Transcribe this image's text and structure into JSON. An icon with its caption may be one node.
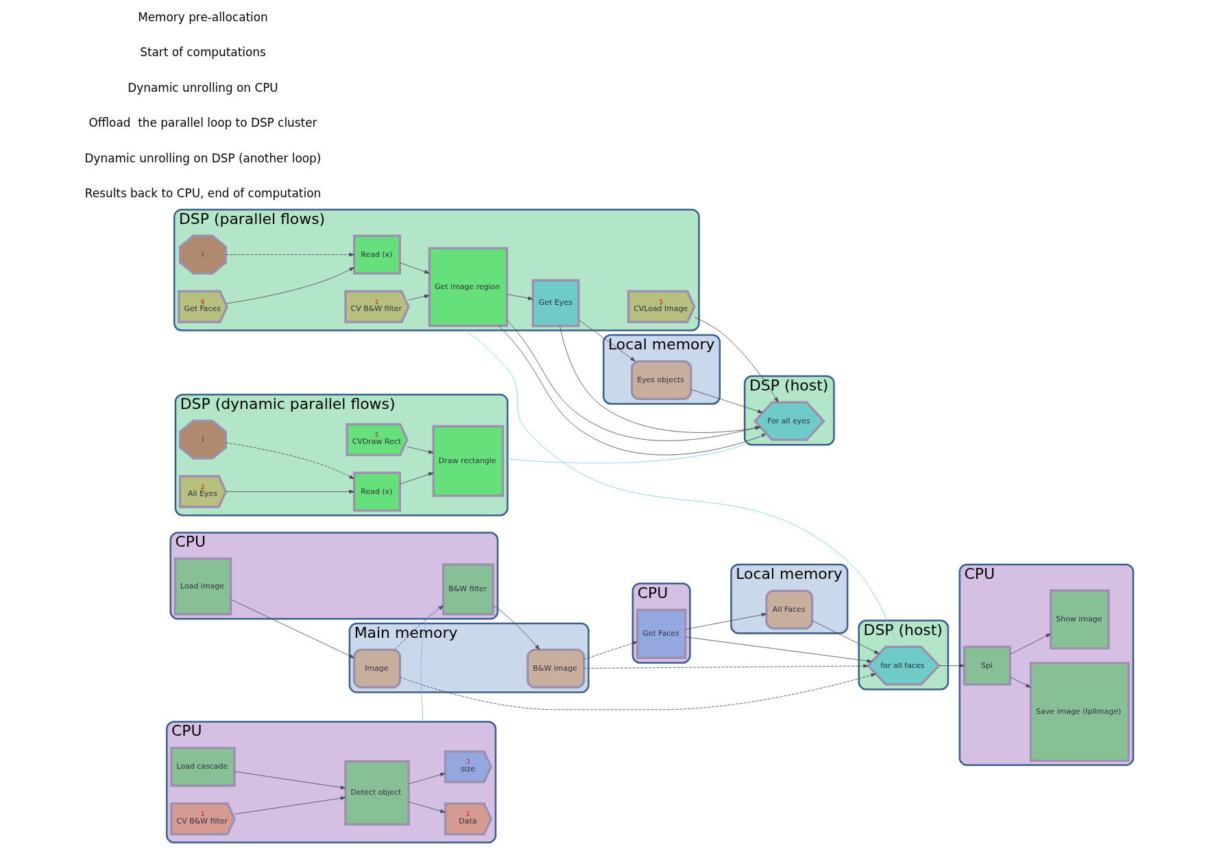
{
  "diagram": {
    "nodes": [
      {
        "text": [
          "Main memory"
        ]
      },
      {
        "text": [
          "Image"
        ],
        "in": 0
      },
      {
        "text": [
          "B&W image"
        ],
        "in": 0
      },
      {
        "text": [
          "CPU"
        ]
      },
      {
        "text": [
          "Load image"
        ],
        "in": 3
      },
      {
        "text": [
          "B&W filter"
        ],
        "in": 3
      },
      {
        "text": [
          "Local memory"
        ]
      },
      {
        "text": [
          "All Faces"
        ],
        "in": 6
      },
      {
        "text": [
          "CPU"
        ]
      },
      {
        "text": [
          "Get Faces"
        ],
        "in": 8
      },
      {
        "text": [
          "DSP (host)"
        ]
      },
      {
        "text": [
          "for all faces"
        ],
        "in": 10
      },
      {
        "text": [
          "CPU"
        ]
      },
      {
        "text": [
          "Save image (IplImage)"
        ],
        "in": 12
      },
      {
        "text": [
          "Spl"
        ],
        "in": 12
      },
      {
        "text": [
          "Show image"
        ],
        "in": 12
      },
      {
        "text": [
          "CPU"
        ]
      },
      {
        "text": [
          "Load cascade"
        ],
        "in": 16
      },
      {
        "text": [
          "1",
          "CV B&W filter"
        ],
        "in": 16
      },
      {
        "text": [
          "Detect object"
        ],
        "in": 16
      },
      {
        "text": [
          "2",
          "Data"
        ],
        "in": 16
      },
      {
        "text": [
          "3",
          "size"
        ],
        "in": 16
      },
      {
        "text": [
          "DSP (parallel flows)"
        ]
      },
      {
        "text": [
          "i"
        ],
        "in": 22
      },
      {
        "text": [
          "6",
          "Get Faces"
        ],
        "in": 22
      },
      {
        "text": [
          "Read (x)"
        ],
        "in": 22
      },
      {
        "text": [
          "2",
          "CV B&W filter"
        ],
        "in": 22
      },
      {
        "text": [
          "Get image region"
        ],
        "in": 22
      },
      {
        "text": [
          "Get Eyes"
        ],
        "in": 22
      },
      {
        "text": [
          "5",
          "CVLoad Image"
        ],
        "in": 22
      },
      {
        "text": [
          "Local memory"
        ]
      },
      {
        "text": [
          "Eyes objects"
        ],
        "in": 30
      },
      {
        "text": [
          "DSP (host)"
        ]
      },
      {
        "text": [
          "For all eyes"
        ],
        "in": 32
      },
      {
        "text": [
          "DSP (dynamic parallel flows)"
        ]
      },
      {
        "text": [
          "5",
          "CVDraw Rect"
        ],
        "in": 34
      },
      {
        "text": [
          "i"
        ],
        "in": 34
      },
      {
        "text": [
          "2",
          "All Eyes"
        ],
        "in": 34
      },
      {
        "text": [
          "Read (x)"
        ],
        "in": 34
      },
      {
        "text": [
          "Draw rectangle"
        ],
        "in": 34
      }
    ],
    "edges": [
      {
        "from": 4,
        "to": 1,
        "arrow": "to"
      },
      {
        "from": 1,
        "to": 5,
        "arrow": "to",
        "style": "dashed"
      },
      {
        "from": 5,
        "to": 2,
        "arrow": "to"
      },
      {
        "from": 1,
        "to": 11,
        "arrow": "to",
        "style": "dashed"
      },
      {
        "from": 2,
        "to": 9,
        "arrow": "to",
        "style": "dashed"
      },
      {
        "from": 2,
        "to": 11,
        "arrow": "to",
        "style": "dashed"
      },
      {
        "from": 9,
        "to": 7,
        "arrow": "to"
      },
      {
        "from": 9,
        "to": 11,
        "arrow": "to"
      },
      {
        "from": 7,
        "to": 11,
        "arrow": "to"
      },
      {
        "from": 11,
        "to": 14,
        "arrow": "to"
      },
      {
        "from": 14,
        "to": 13,
        "arrow": "to"
      },
      {
        "from": 14,
        "to": 15,
        "arrow": "to"
      },
      {
        "from": 17,
        "to": 19,
        "arrow": "to"
      },
      {
        "from": 18,
        "to": 19,
        "arrow": "to"
      },
      {
        "from": 19,
        "to": 20,
        "arrow": "to"
      },
      {
        "from": 19,
        "to": 21,
        "arrow": "to"
      },
      {
        "from": 23,
        "to": 25,
        "arrow": "to",
        "style": "dashed"
      },
      {
        "from": 24,
        "to": 25,
        "arrow": "to"
      },
      {
        "from": 25,
        "to": 27,
        "arrow": "to"
      },
      {
        "from": 26,
        "to": 27,
        "arrow": "to"
      },
      {
        "from": 27,
        "to": 28,
        "arrow": "to"
      },
      {
        "from": 28,
        "to": 31,
        "arrow": "to"
      },
      {
        "from": 28,
        "to": 33,
        "arrow": "to"
      },
      {
        "from": 27,
        "to": 33,
        "arrow": "to"
      },
      {
        "from": 27,
        "to": 33,
        "arrow": "to"
      },
      {
        "from": 29,
        "to": 33,
        "arrow": "to"
      },
      {
        "from": 31,
        "to": 33,
        "arrow": "to"
      },
      {
        "from": 35,
        "to": 39,
        "arrow": "to"
      },
      {
        "from": 36,
        "to": 38,
        "arrow": "to",
        "style": "dashed"
      },
      {
        "from": 37,
        "to": 38,
        "arrow": "to"
      },
      {
        "from": 38,
        "to": 39,
        "arrow": "to"
      },
      {
        "from": 5,
        "to": 16,
        "arrow": "none",
        "color": "#8fb4e8"
      },
      {
        "from": 11,
        "to": 22,
        "arrow": "none",
        "color": "#7fd0dc"
      },
      {
        "from": 33,
        "to": 34,
        "arrow": "none",
        "color": "#7fd0dc"
      }
    ],
    "labels": [
      "Memory pre-allocation",
      "Start of computations",
      "Dynamic unrolling on CPU",
      "Offload  the parallel loop to DSP cluster",
      "Dynamic unrolling on DSP (another loop)",
      "Results back to CPU, end of computation"
    ]
  }
}
